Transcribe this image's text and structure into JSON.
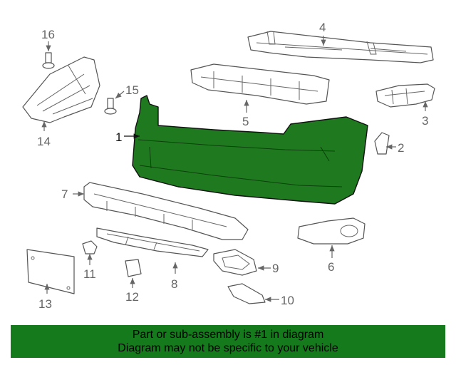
{
  "diagram": {
    "highlight_color": "#1f7a1f",
    "callouts": [
      "1",
      "2",
      "3",
      "4",
      "5",
      "6",
      "7",
      "8",
      "9",
      "10",
      "11",
      "12",
      "13",
      "14",
      "15",
      "16"
    ]
  },
  "banner": {
    "line1": "Part or sub-assembly is #1 in diagram",
    "line2": "Diagram may not be specific to your vehicle",
    "color": "#147a1b"
  }
}
